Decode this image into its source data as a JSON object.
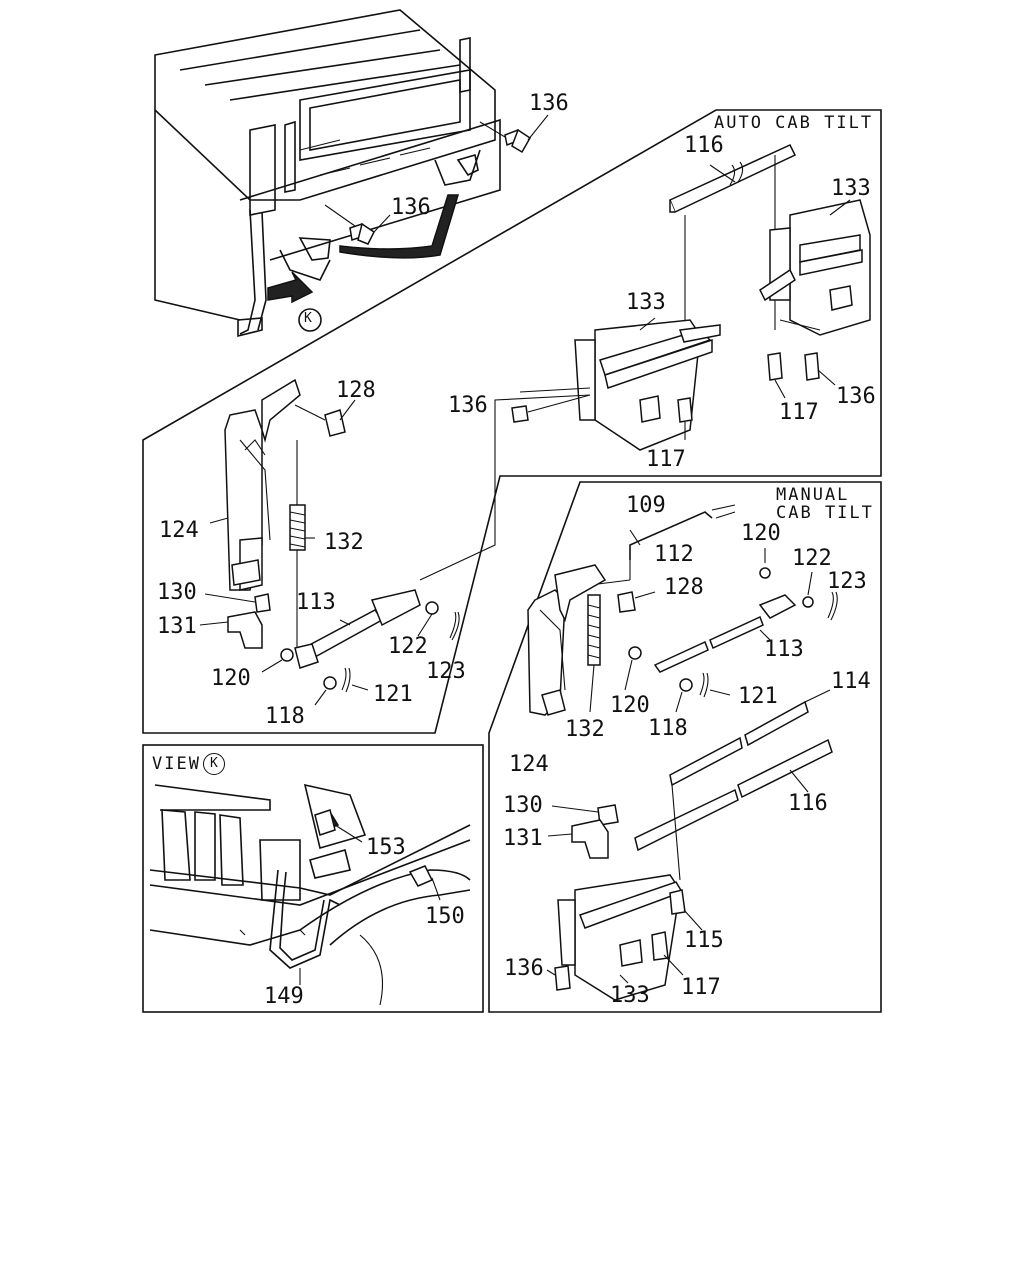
{
  "headers": {
    "auto_cab_tilt": "AUTO CAB TILT",
    "manual_cab_tilt_line1": "MANUAL",
    "manual_cab_tilt_line2": "CAB TILT",
    "view_k": "VIEW",
    "view_marker": "K"
  },
  "cab_marker": "K",
  "callouts": {
    "cab_136_top": "136",
    "cab_136_mid": "136",
    "auto_116": "116",
    "auto_133_right": "133",
    "auto_133_left": "133",
    "auto_136_left": "136",
    "auto_117_left": "117",
    "auto_117_right": "117",
    "auto_136_right": "136",
    "left_128": "128",
    "left_124": "124",
    "left_132": "132",
    "left_130": "130",
    "left_131": "131",
    "left_113": "113",
    "left_122": "122",
    "left_123": "123",
    "left_120": "120",
    "left_121": "121",
    "left_118": "118",
    "man_109": "109",
    "man_112": "112",
    "man_120_top": "120",
    "man_122": "122",
    "man_123": "123",
    "man_128": "128",
    "man_113": "113",
    "man_120_bot": "120",
    "man_118": "118",
    "man_121": "121",
    "man_132": "132",
    "man_124": "124",
    "man_114": "114",
    "man_116": "116",
    "man_130": "130",
    "man_131": "131",
    "man_115": "115",
    "man_136": "136",
    "man_133": "133",
    "man_117": "117",
    "view_153": "153",
    "view_150": "150",
    "view_149": "149"
  }
}
